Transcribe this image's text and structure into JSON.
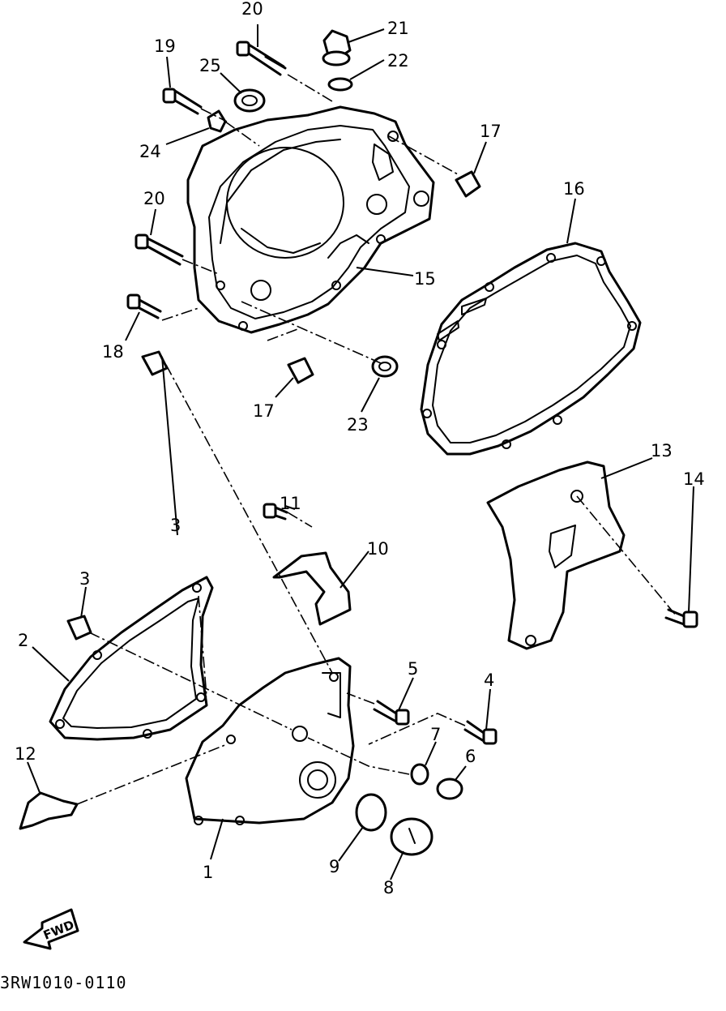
{
  "diagram": {
    "callouts": [
      "1",
      "2",
      "3",
      "3",
      "4",
      "5",
      "6",
      "7",
      "8",
      "9",
      "10",
      "11",
      "12",
      "13",
      "14",
      "15",
      "16",
      "17",
      "17",
      "18",
      "19",
      "20",
      "20",
      "21",
      "22",
      "23",
      "24",
      "25"
    ],
    "fwd_label": "FWD",
    "drawing_code": "3RW1010-0110"
  }
}
